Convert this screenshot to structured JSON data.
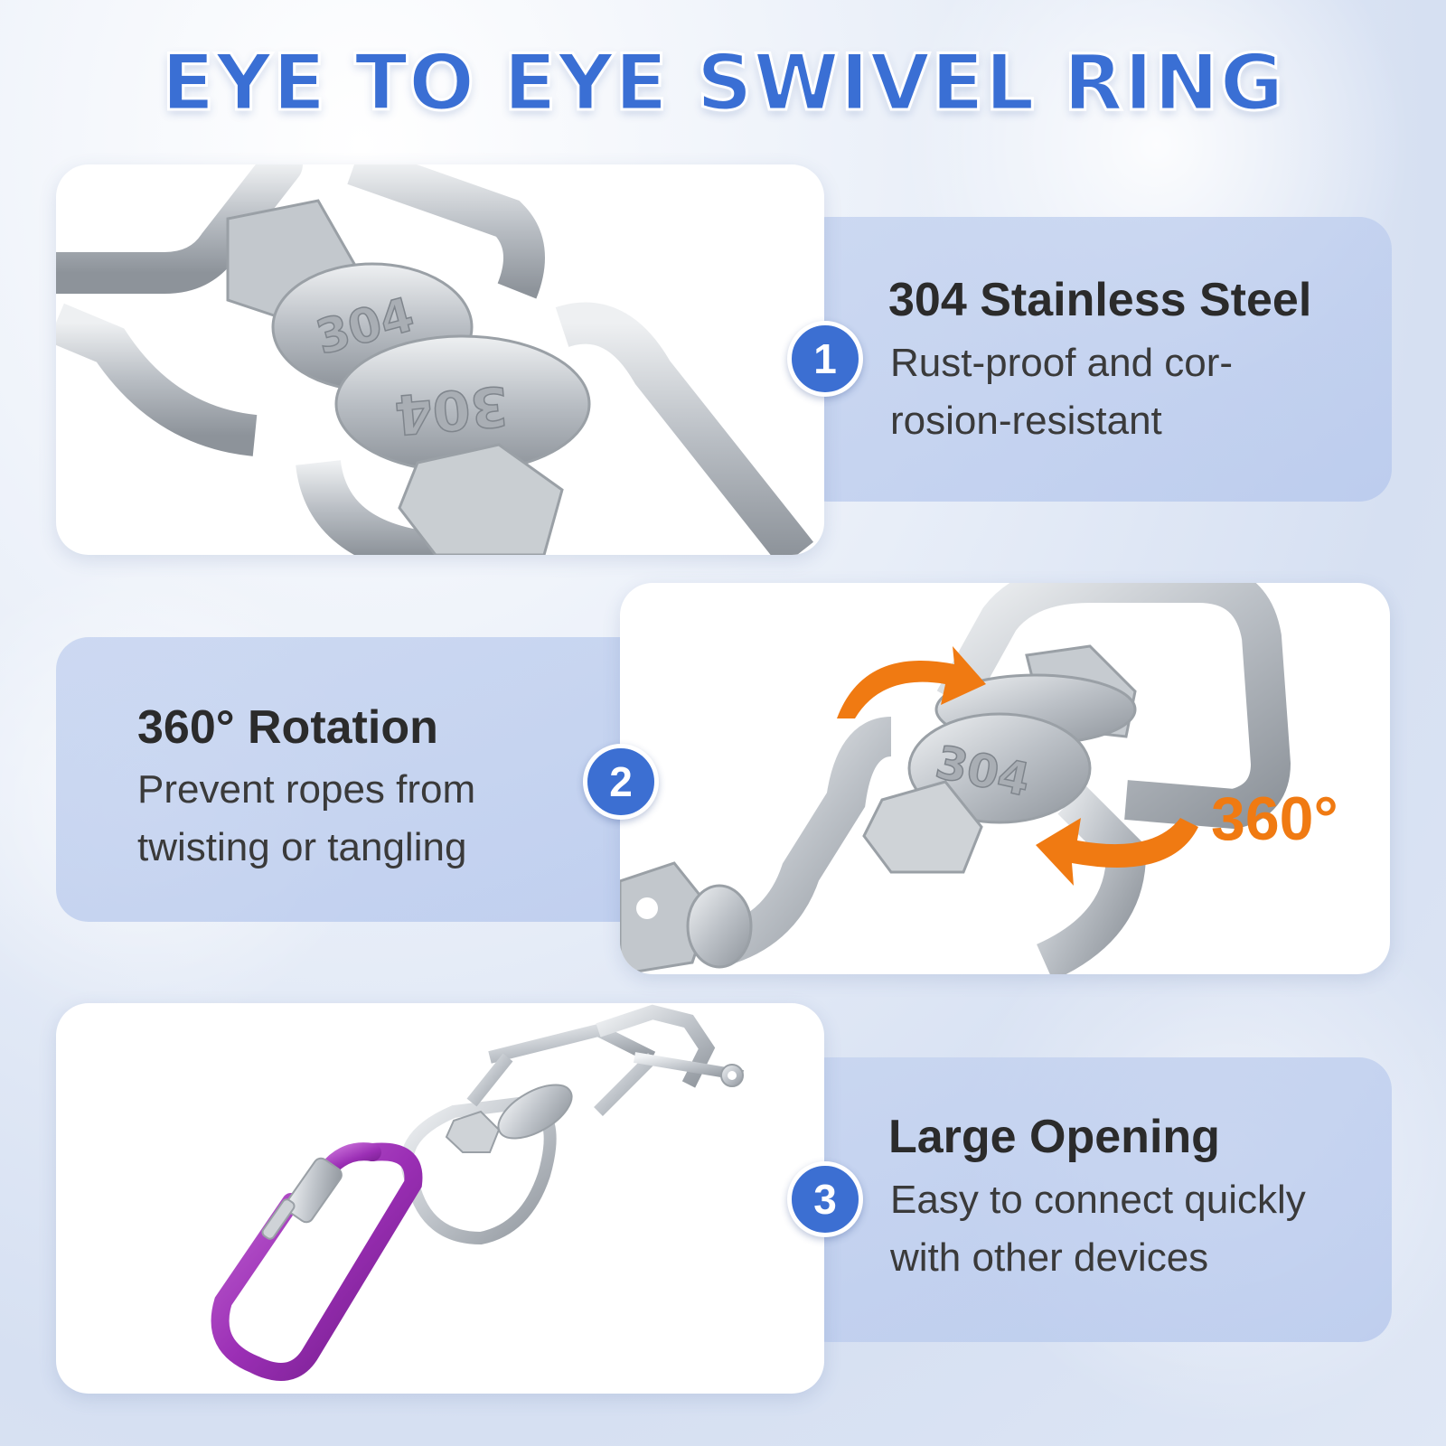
{
  "header": {
    "title": "EYE TO EYE SWIVEL RING"
  },
  "features": [
    {
      "number": "1",
      "title": "304 Stainless Steel",
      "desc_line1": "Rust-proof and cor-",
      "desc_line2": "rosion-resistant"
    },
    {
      "number": "2",
      "title": "360° Rotation",
      "desc_line1": "Prevent ropes from",
      "desc_line2": "twisting or tangling"
    },
    {
      "number": "3",
      "title": "Large Opening",
      "desc_line1": "Easy to connect quickly",
      "desc_line2": "with other devices"
    }
  ],
  "product": {
    "stamp": "304",
    "rotation_label": "360°"
  },
  "colors": {
    "accent_blue": "#3c6fd2",
    "rotation_orange": "#f07a12",
    "carabiner_purple": "#9b2fb5",
    "steel": "#c9ced4"
  },
  "icons": [
    "swivel-photo",
    "rotation-arrow-icon",
    "carabiner-photo"
  ]
}
